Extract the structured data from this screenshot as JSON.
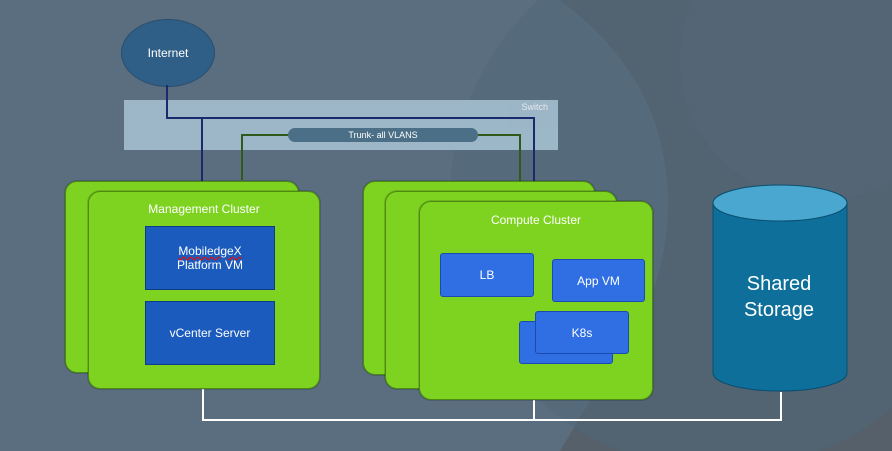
{
  "internet": {
    "label": "Internet"
  },
  "switch": {
    "label": "Switch",
    "trunk_label": "Trunk- all VLANS"
  },
  "management_cluster": {
    "title": "Management Cluster",
    "platform_vm_line1": "MobiledgeX",
    "platform_vm_line2": "Platform VM",
    "vcenter_label": "vCenter Server"
  },
  "compute_cluster": {
    "title": "Compute Cluster",
    "lb_label": "LB",
    "app_vm_label": "App VM",
    "k8s_label": "K8s"
  },
  "storage": {
    "line1": "Shared",
    "line2": "Storage"
  },
  "colors": {
    "background": "#55606a",
    "cluster_green": "#7ed321",
    "box_blue": "#1a5bbd",
    "vm_blue": "#2f6fe3",
    "storage_teal": "#0e6f9a",
    "storage_top": "#4aa8d0",
    "wire_navy": "#1a2a6c",
    "wire_green": "#2f5a1c",
    "wire_white": "#ffffff"
  }
}
